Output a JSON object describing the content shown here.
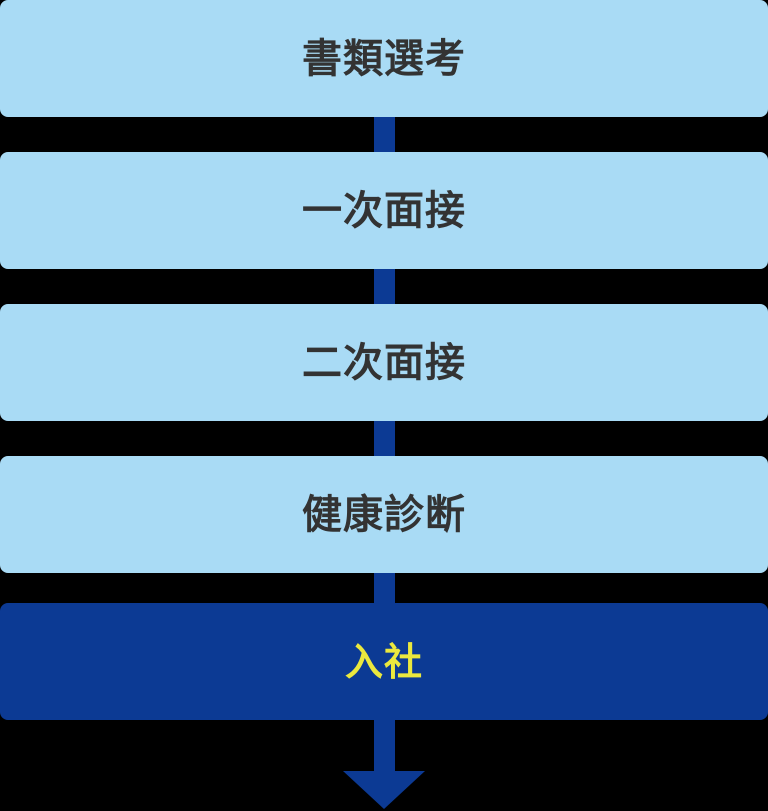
{
  "flow": {
    "steps": [
      {
        "label": "書類選考",
        "style": "light"
      },
      {
        "label": "一次面接",
        "style": "light"
      },
      {
        "label": "二次面接",
        "style": "light"
      },
      {
        "label": "健康診断",
        "style": "light"
      },
      {
        "label": "入社",
        "style": "dark"
      }
    ],
    "colors": {
      "background": "#000000",
      "box_light": "#A9DBF5",
      "box_dark": "#0C3A94",
      "connector": "#0C3A94",
      "arrow": "#0C3A94",
      "text_dark": "#333333",
      "text_yellow": "#EBE83E"
    }
  }
}
